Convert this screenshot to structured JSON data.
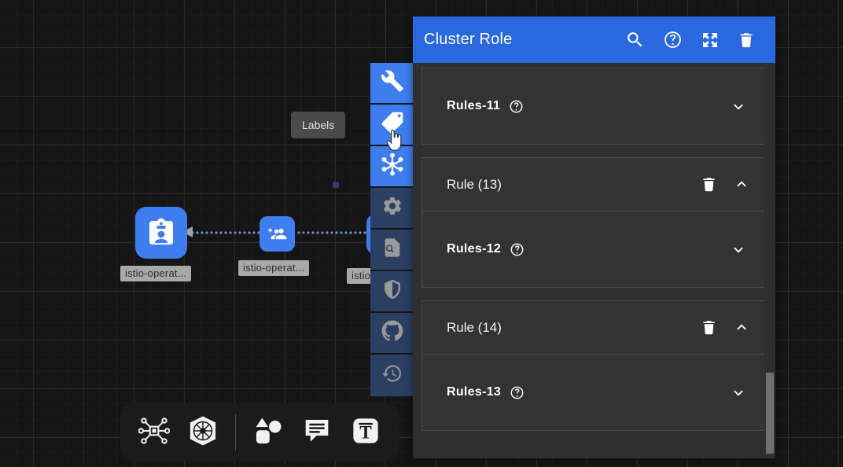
{
  "panel": {
    "title": "Cluster Role",
    "header_actions": [
      {
        "name": "search-icon",
        "label": "Search"
      },
      {
        "name": "help-icon",
        "label": "Help"
      },
      {
        "name": "fullscreen-icon",
        "label": "Fullscreen"
      },
      {
        "name": "delete-icon",
        "label": "Delete"
      }
    ],
    "cards": [
      {
        "kind": "rules",
        "label": "Rules-11",
        "help": "?",
        "chevron": "down"
      },
      {
        "kind": "rule-group",
        "title": "Rule (13)",
        "chevron": "up",
        "child": {
          "label": "Rules-12",
          "help": "?",
          "chevron": "down"
        }
      },
      {
        "kind": "rule-group",
        "title": "Rule (14)",
        "chevron": "up",
        "child": {
          "label": "Rules-13",
          "help": "?",
          "chevron": "down"
        }
      }
    ]
  },
  "tooltip": {
    "text": "Labels"
  },
  "rail": {
    "items": [
      {
        "name": "rail-item-tools",
        "icon": "wrench-icon",
        "state": "active"
      },
      {
        "name": "rail-item-labels",
        "icon": "tag-icon",
        "state": "active"
      },
      {
        "name": "rail-item-cluster",
        "icon": "network-hub-icon",
        "state": "active"
      },
      {
        "name": "rail-item-settings",
        "icon": "gear-icon",
        "state": "inactive"
      },
      {
        "name": "rail-item-inspect",
        "icon": "document-search-icon",
        "state": "inactive"
      },
      {
        "name": "rail-item-security",
        "icon": "shield-icon",
        "state": "inactive"
      },
      {
        "name": "rail-item-github",
        "icon": "github-icon",
        "state": "inactive"
      },
      {
        "name": "rail-item-history",
        "icon": "history-icon",
        "state": "inactive"
      }
    ]
  },
  "dock": {
    "items": [
      {
        "name": "dock-item-topology",
        "icon": "chip-network-icon"
      },
      {
        "name": "dock-item-kubernetes",
        "icon": "kubernetes-helm-icon"
      },
      {
        "name": "dock-item-shapes",
        "icon": "shapes-icon"
      },
      {
        "name": "dock-item-comment",
        "icon": "comment-icon"
      },
      {
        "name": "dock-item-text",
        "icon": "text-tool-icon"
      }
    ]
  },
  "graph": {
    "nodes": [
      {
        "name": "graph-node-serviceaccount",
        "icon": "id-badge-icon",
        "label": "istio-operat..."
      },
      {
        "name": "graph-node-rolebinding",
        "icon": "add-group-icon",
        "label": "istio-operat..."
      },
      {
        "name": "graph-node-clusterrole",
        "icon": "hidden",
        "label": "istio"
      }
    ]
  },
  "colors": {
    "accent": "#2a68df",
    "node": "#3d7ded",
    "panel_bg": "#2f2f2f",
    "card_bg": "#333333",
    "canvas_bg": "#151515",
    "rail_active": "#3d7ded",
    "rail_inactive": "#2b3f63"
  }
}
